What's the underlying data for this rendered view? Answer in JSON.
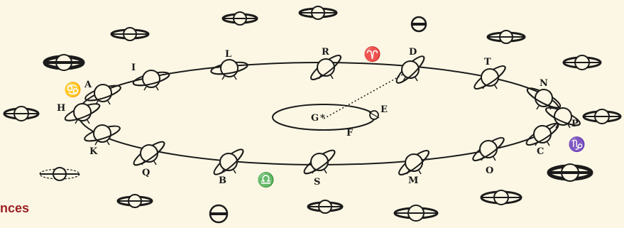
{
  "diagram": {
    "orbit_points": [
      {
        "label": "A"
      },
      {
        "label": "H"
      },
      {
        "label": "K"
      },
      {
        "label": "I"
      },
      {
        "label": "L"
      },
      {
        "label": "R"
      },
      {
        "label": "D"
      },
      {
        "label": "T"
      },
      {
        "label": "N"
      },
      {
        "label": "P"
      },
      {
        "label": "C"
      },
      {
        "label": "O"
      },
      {
        "label": "M"
      },
      {
        "label": "S"
      },
      {
        "label": "B"
      },
      {
        "label": "Q"
      }
    ],
    "center_label_g": "G",
    "center_label_e": "E",
    "center_label_f": "F",
    "zodiac_aries": "♈",
    "zodiac_cancer": "♋",
    "zodiac_libra": "♎",
    "zodiac_capricorn": "♑"
  },
  "caption": "nces",
  "colors": {
    "ink": "#1b1b1b",
    "paper": "#fcf7e4",
    "caption": "#9b2226"
  }
}
